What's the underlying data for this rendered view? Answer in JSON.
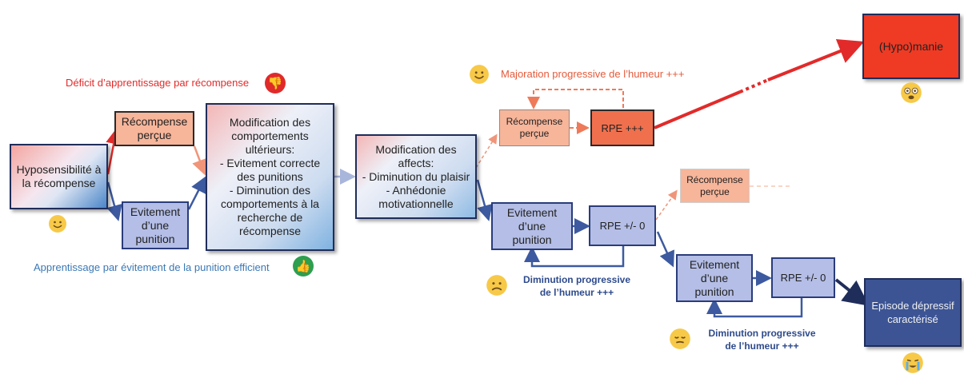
{
  "boxes": {
    "hypo": "Hyposensibilité à\nla récompense",
    "recomp1": "Récompense\nperçue",
    "evit1": "Evitement\nd’une\npunition",
    "modif_comp": "Modification des\ncomportements\nultérieurs:\n- Evitement correcte\ndes punitions\n- Diminution des\ncomportements à la\nrecherche de\nrécompense",
    "modif_aff": "Modification des\naffects:\n- Diminution du plaisir\n- Anhédonie\nmotivationnelle",
    "recomp2": "Récompense\nperçue",
    "rpe_plus": "RPE +++",
    "hypomanie": "(Hypo)manie",
    "recomp3": "Récompense\nperçue",
    "evit2": "Evitement\nd’une\npunition",
    "rpe_zero1": "RPE +/- 0",
    "evit3": "Evitement\nd’une\npunition",
    "rpe_zero2": "RPE +/- 0",
    "episode": "Episode dépressif\ncaractérisé"
  },
  "labels": {
    "deficit": "Déficit d’apprentissage par récompense",
    "apprentissage": "Apprentissage par évitement de la punition efficient",
    "majoration": "Majoration progressive de l’humeur +++",
    "diminution1": "Diminution progressive\nde l’humeur +++",
    "diminution2": "Diminution progressive\nde l’humeur +++"
  },
  "icons": {
    "thumbs_down": "thumbs-down-icon",
    "thumbs_up": "thumbs-up-icon",
    "emoji_smile": "smiling-face-icon",
    "emoji_sad": "frowning-face-icon",
    "emoji_pensive": "pensive-face-icon",
    "emoji_dizzy": "dizzy-face-icon",
    "emoji_crying": "crying-face-icon"
  },
  "colors": {
    "red": "#e22a2a",
    "blue": "#3d5aa0",
    "salmon": "#f7b59a",
    "orange_red": "#f0704e",
    "dark_navy": "#3c5494",
    "green": "#2e9e4f"
  }
}
